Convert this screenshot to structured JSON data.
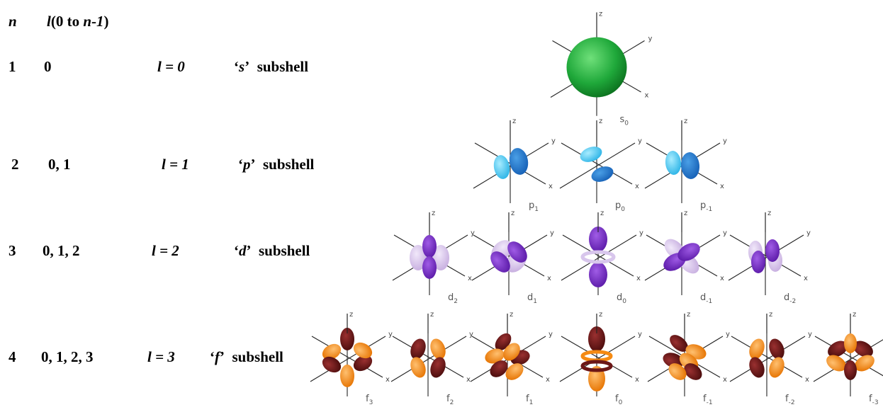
{
  "header": {
    "n": "n",
    "l_prefix": "l",
    "l_range_a": "(0 to ",
    "l_range_n": "n",
    "l_range_b": "-",
    "l_range_one": "1",
    "l_range_c": ")"
  },
  "rows": [
    {
      "n": "1",
      "l_values": "0",
      "l_eq": "l = 0",
      "letter": "s",
      "word": "subshell",
      "orbitals": [
        {
          "label": "s",
          "sub": "0",
          "type": "s"
        }
      ]
    },
    {
      "n": "2",
      "l_values": "0, 1",
      "l_eq": "l = 1",
      "letter": "p",
      "word": "subshell",
      "orbitals": [
        {
          "label": "p",
          "sub": "1",
          "type": "p1"
        },
        {
          "label": "p",
          "sub": "0",
          "type": "p0"
        },
        {
          "label": "p",
          "sub": "-1",
          "type": "pm1"
        }
      ]
    },
    {
      "n": "3",
      "l_values": "0, 1, 2",
      "l_eq": "l = 2",
      "letter": "d",
      "word": "subshell",
      "orbitals": [
        {
          "label": "d",
          "sub": "2",
          "type": "d2"
        },
        {
          "label": "d",
          "sub": "1",
          "type": "d1"
        },
        {
          "label": "d",
          "sub": "0",
          "type": "d0"
        },
        {
          "label": "d",
          "sub": "-1",
          "type": "dm1"
        },
        {
          "label": "d",
          "sub": "-2",
          "type": "dm2"
        }
      ]
    },
    {
      "n": "4",
      "l_values": "0, 1, 2, 3",
      "l_eq": "l = 3",
      "letter": "f",
      "word": "subshell",
      "orbitals": [
        {
          "label": "f",
          "sub": "3",
          "type": "f3"
        },
        {
          "label": "f",
          "sub": "2",
          "type": "f2"
        },
        {
          "label": "f",
          "sub": "1",
          "type": "f1"
        },
        {
          "label": "f",
          "sub": "0",
          "type": "f0"
        },
        {
          "label": "f",
          "sub": "-1",
          "type": "fm1"
        },
        {
          "label": "f",
          "sub": "-2",
          "type": "fm2"
        },
        {
          "label": "f",
          "sub": "-3",
          "type": "fm3"
        }
      ]
    }
  ],
  "axis_labels": {
    "x": "x",
    "y": "y",
    "z": "z"
  },
  "colors": {
    "s": "#1fa83a",
    "s_dark": "#0d7a22",
    "p_light": "#3fc6f0",
    "p_dark": "#1a6fc9",
    "d_dark": "#7b2fc9",
    "d_light": "#d8c6ec",
    "f_orange": "#f58a12",
    "f_dark": "#6b1616"
  }
}
